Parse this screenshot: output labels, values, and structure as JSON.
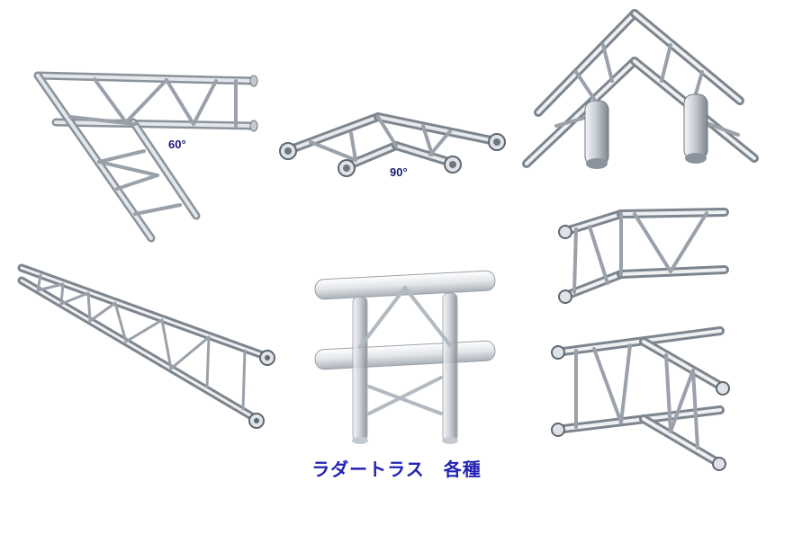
{
  "labels": {
    "angle_60": "60°",
    "angle_90": "90°",
    "caption": "ラダートラス　各種"
  },
  "colors": {
    "tube_light": "#e9ecef",
    "tube_mid": "#b8bec6",
    "tube_dark": "#6e7680",
    "caption": "#2323b4",
    "angle_label": "#1a1a7a"
  }
}
